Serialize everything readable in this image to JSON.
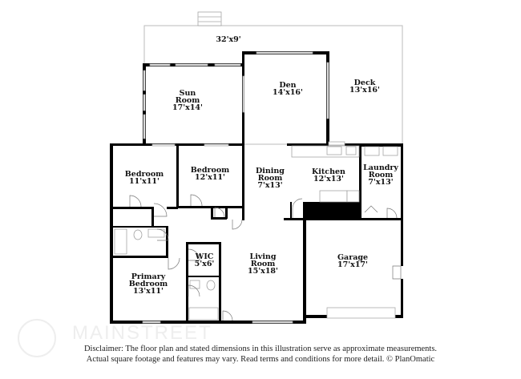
{
  "rooms": {
    "porch": {
      "dims": "32'x9'"
    },
    "sun_room": {
      "name1": "Sun",
      "name2": "Room",
      "dims": "17'x14'"
    },
    "den": {
      "name": "Den",
      "dims": "14'x16'"
    },
    "deck": {
      "name": "Deck",
      "dims": "13'x16'"
    },
    "bedroom1": {
      "name": "Bedroom",
      "dims": "11'x11'"
    },
    "bedroom2": {
      "name": "Bedroom",
      "dims": "12'x11'"
    },
    "dining": {
      "name1": "Dining",
      "name2": "Room",
      "dims": "7'x13'"
    },
    "kitchen": {
      "name": "Kitchen",
      "dims": "12'x13'"
    },
    "laundry": {
      "name1": "Laundry",
      "name2": "Room",
      "dims": "7'x13'"
    },
    "wic": {
      "name": "WIC",
      "dims": "5'x6'"
    },
    "primary": {
      "name1": "Primary",
      "name2": "Bedroom",
      "dims": "13'x11'"
    },
    "living": {
      "name1": "Living",
      "name2": "Room",
      "dims": "15'x18'"
    },
    "garage": {
      "name": "Garage",
      "dims": "17'x17'"
    }
  },
  "disclaimer": {
    "line1": "Disclaimer: The floor plan and stated dimensions in this illustration serve as approximate measurements.",
    "line2": "Actual square footage and features may vary. Read terms and conditions for more detail. © PlanOmatic"
  },
  "watermark": {
    "text": "MAINSTREET"
  },
  "colors": {
    "wall": "#000000",
    "window": "#aaaaaa",
    "outline": "#bbbbbb"
  }
}
